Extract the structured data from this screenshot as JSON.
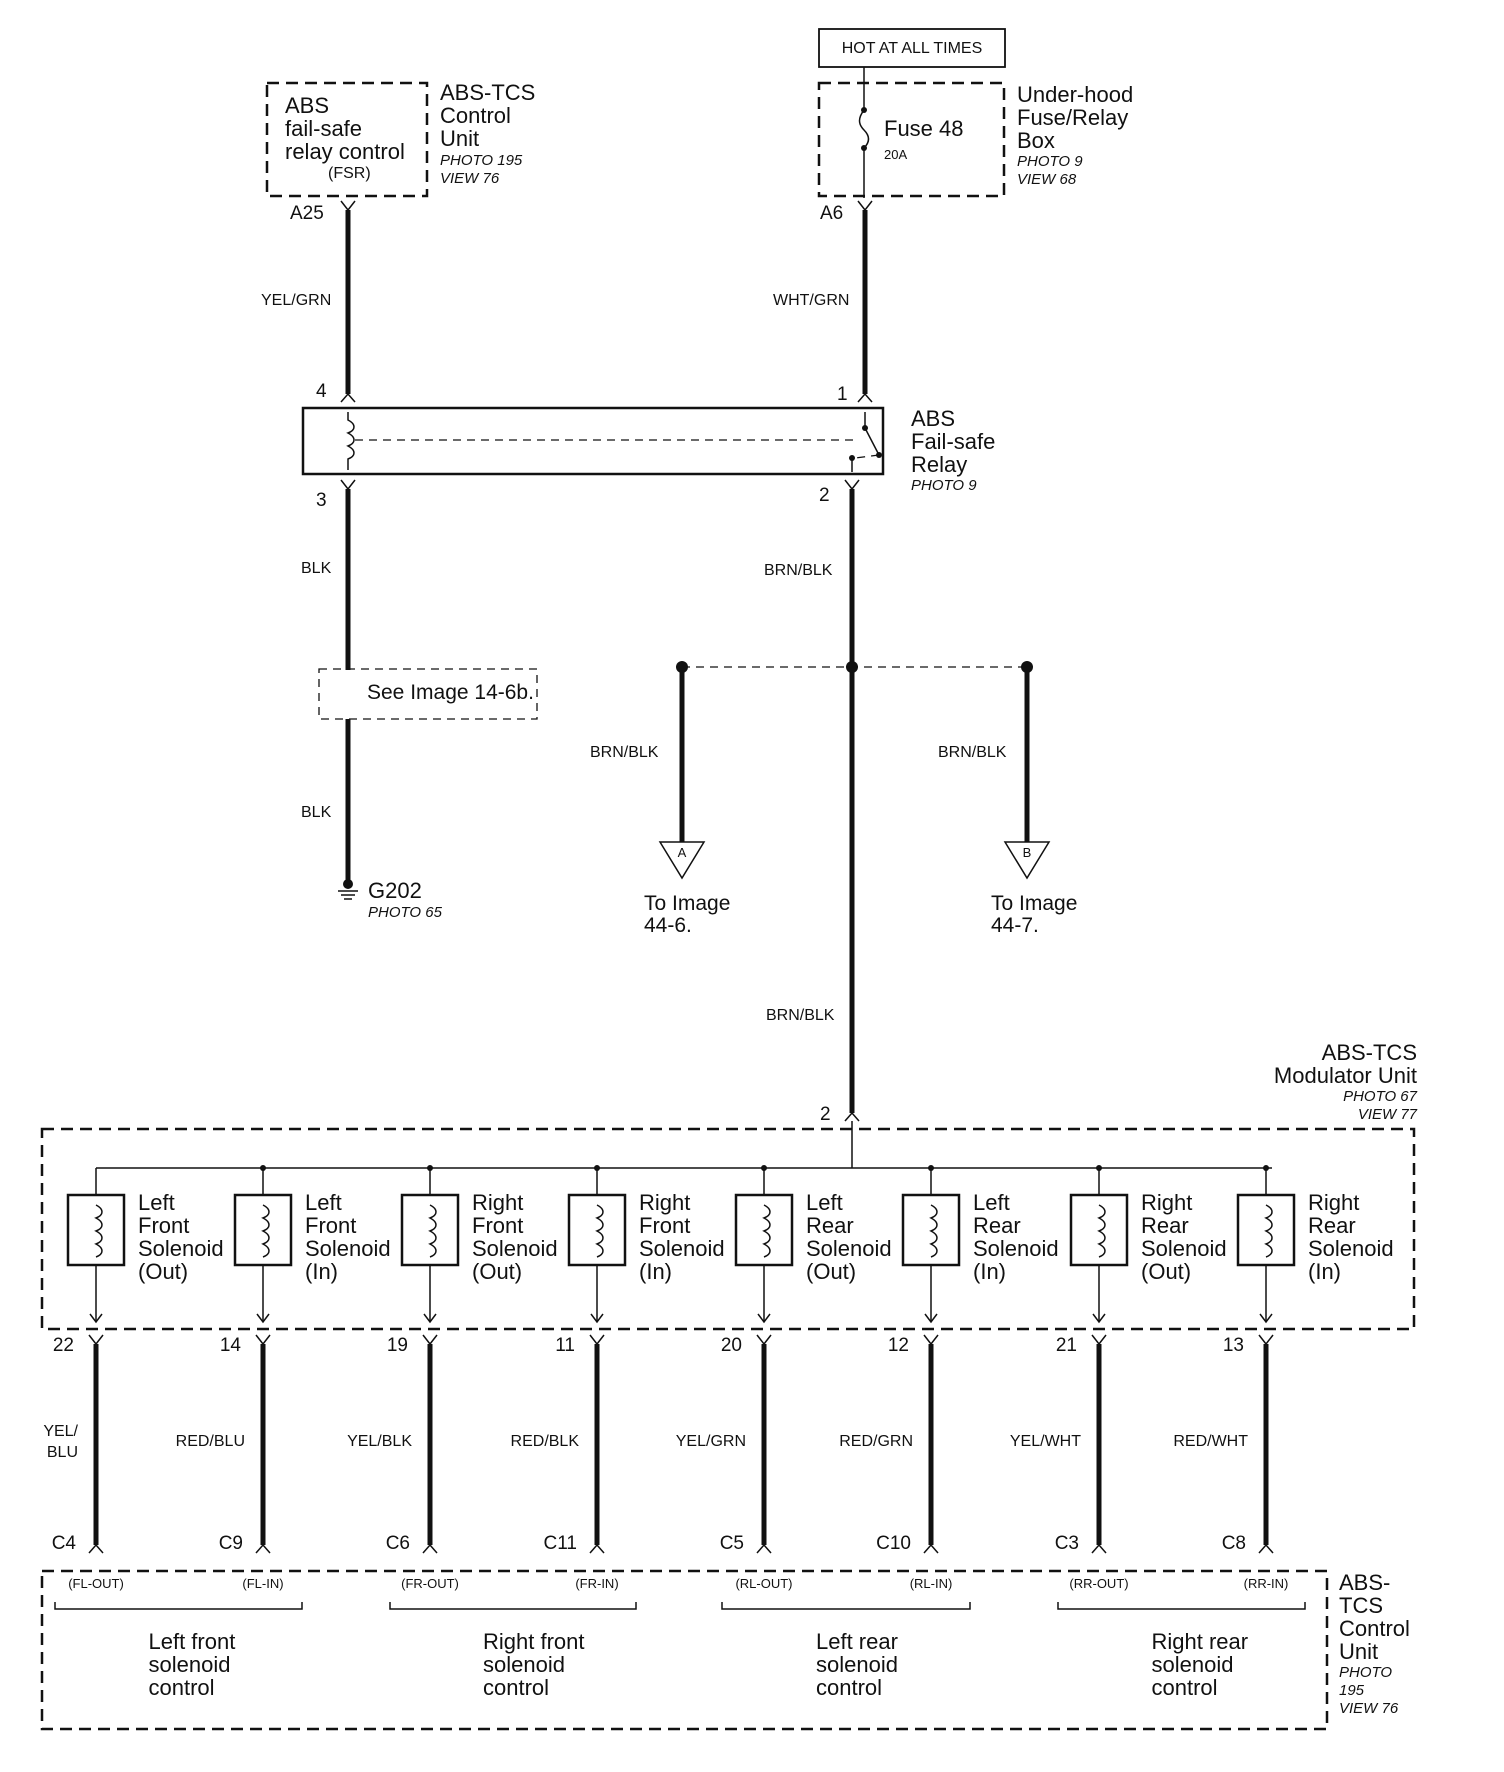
{
  "hot_label": "HOT AT ALL TIMES",
  "fsr_control": {
    "lines": [
      "ABS",
      "fail-safe",
      "relay control",
      "(FSR)"
    ],
    "unit_lines": [
      "ABS-TCS",
      "Control",
      "Unit"
    ],
    "ref": [
      "PHOTO 195",
      "VIEW 76"
    ],
    "terminal": "A25",
    "wire": "YEL/GRN"
  },
  "fuse_box": {
    "fuse_name": "Fuse 48",
    "fuse_rating": "20A",
    "unit_lines": [
      "Under-hood",
      "Fuse/Relay",
      "Box"
    ],
    "ref": [
      "PHOTO 9",
      "VIEW 68"
    ],
    "terminal": "A6",
    "wire": "WHT/GRN"
  },
  "relay": {
    "name_lines": [
      "ABS",
      "Fail-safe",
      "Relay"
    ],
    "ref": "PHOTO 9",
    "pins": {
      "p4": "4",
      "p1": "1",
      "p3": "3",
      "p2": "2"
    }
  },
  "ground_branch": {
    "wire_upper": "BLK",
    "see_image": "See Image 14-6b.",
    "wire_lower": "BLK",
    "ground_name": "G202",
    "ground_ref": "PHOTO 65"
  },
  "brn_branch": {
    "wire_main": "BRN/BLK",
    "wire_a": "BRN/BLK",
    "wire_b": "BRN/BLK",
    "wire_to_modulator": "BRN/BLK",
    "connector_a": "A",
    "connector_b": "B",
    "to_a": [
      "To Image",
      "44-6."
    ],
    "to_b": [
      "To Image",
      "44-7."
    ]
  },
  "modulator": {
    "name_lines": [
      "ABS-TCS",
      "Modulator Unit"
    ],
    "ref": [
      "PHOTO 67",
      "VIEW 77"
    ],
    "pin": "2",
    "solenoids": [
      {
        "lines": [
          "Left",
          "Front",
          "Solenoid",
          "(Out)"
        ],
        "pin": "22",
        "wire": [
          "YEL/",
          "BLU"
        ],
        "cu_pin": "C4",
        "cu_tag": "(FL-OUT)"
      },
      {
        "lines": [
          "Left",
          "Front",
          "Solenoid",
          "(In)"
        ],
        "pin": "14",
        "wire": [
          "RED/BLU"
        ],
        "cu_pin": "C9",
        "cu_tag": "(FL-IN)"
      },
      {
        "lines": [
          "Right",
          "Front",
          "Solenoid",
          "(Out)"
        ],
        "pin": "19",
        "wire": [
          "YEL/BLK"
        ],
        "cu_pin": "C6",
        "cu_tag": "(FR-OUT)"
      },
      {
        "lines": [
          "Right",
          "Front",
          "Solenoid",
          "(In)"
        ],
        "pin": "11",
        "wire": [
          "RED/BLK"
        ],
        "cu_pin": "C11",
        "cu_tag": "(FR-IN)"
      },
      {
        "lines": [
          "Left",
          "Rear",
          "Solenoid",
          "(Out)"
        ],
        "pin": "20",
        "wire": [
          "YEL/GRN"
        ],
        "cu_pin": "C5",
        "cu_tag": "(RL-OUT)"
      },
      {
        "lines": [
          "Left",
          "Rear",
          "Solenoid",
          "(In)"
        ],
        "pin": "12",
        "wire": [
          "RED/GRN"
        ],
        "cu_pin": "C10",
        "cu_tag": "(RL-IN)"
      },
      {
        "lines": [
          "Right",
          "Rear",
          "Solenoid",
          "(Out)"
        ],
        "pin": "21",
        "wire": [
          "YEL/WHT"
        ],
        "cu_pin": "C3",
        "cu_tag": "(RR-OUT)"
      },
      {
        "lines": [
          "Right",
          "Rear",
          "Solenoid",
          "(In)"
        ],
        "pin": "13",
        "wire": [
          "RED/WHT"
        ],
        "cu_pin": "C8",
        "cu_tag": "(RR-IN)"
      }
    ]
  },
  "control_unit": {
    "name_lines": [
      "ABS-",
      "TCS",
      "Control",
      "Unit"
    ],
    "ref": [
      "PHOTO",
      "195",
      "VIEW 76"
    ],
    "groups": [
      [
        "Left front",
        "solenoid",
        "control"
      ],
      [
        "Right front",
        "solenoid",
        "control"
      ],
      [
        "Left rear",
        "solenoid",
        "control"
      ],
      [
        "Right rear",
        "solenoid",
        "control"
      ]
    ]
  }
}
